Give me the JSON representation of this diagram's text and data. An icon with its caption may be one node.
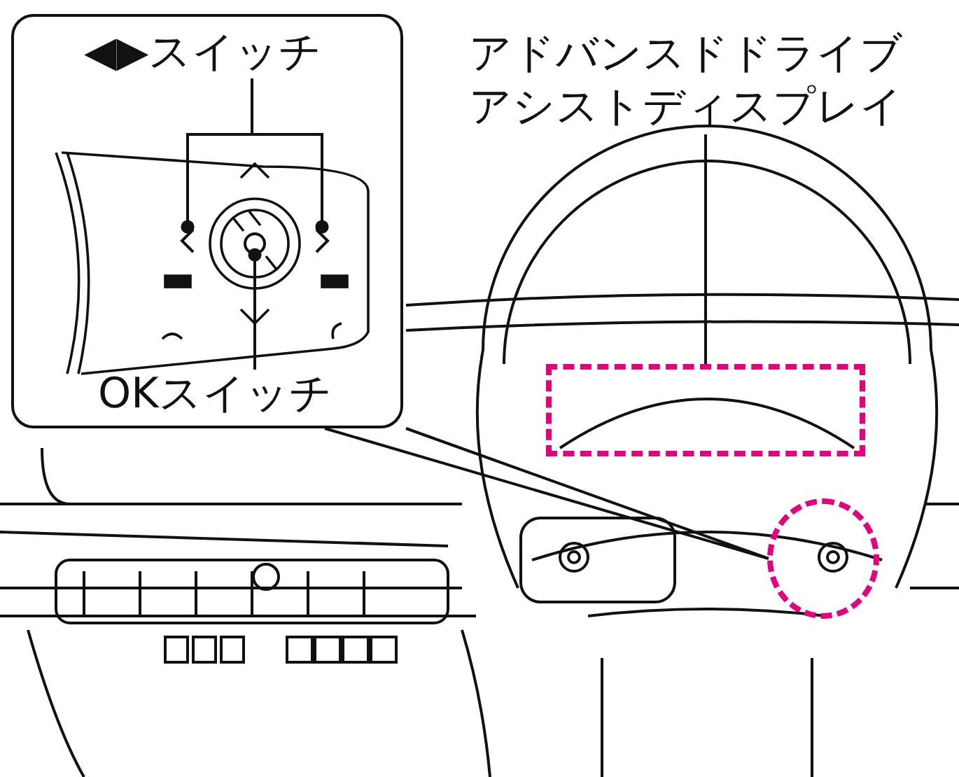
{
  "diagram": {
    "nodes": [
      {
        "text": [],
        "shape": "box"
      },
      {
        "text": [
          "◀▶スイッチ"
        ],
        "in": 0
      },
      {
        "text": [],
        "shape": "picture",
        "in": 0
      },
      {
        "text": [],
        "shape": "picture",
        "in": 0
      },
      {
        "text": [],
        "shape": "circle",
        "in": 0
      },
      {
        "text": [
          "OKスイッチ"
        ],
        "in": 0
      },
      {
        "text": [
          "アドバンスドドライブアシストディスプレイ"
        ]
      },
      {
        "text": [],
        "shape": "box"
      },
      {
        "text": [],
        "shape": "circle"
      }
    ],
    "edges": [
      {
        "from": 1,
        "to": 2,
        "arrow": "other"
      },
      {
        "from": 1,
        "to": 3,
        "arrow": "other"
      },
      {
        "from": 5,
        "to": 4,
        "arrow": "other"
      },
      {
        "from": 6,
        "to": 7,
        "arrow": "none"
      },
      {
        "from": 0,
        "to": 8,
        "arrow": "none"
      }
    ]
  }
}
